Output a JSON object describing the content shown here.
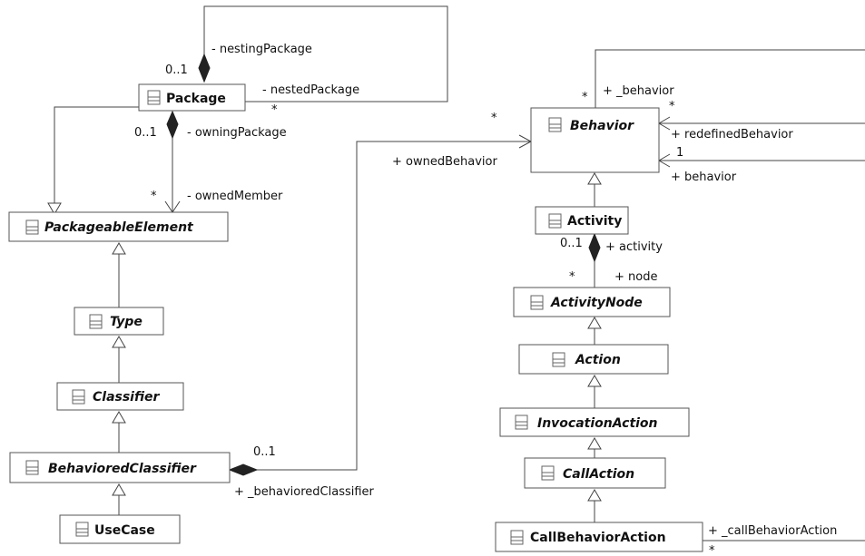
{
  "classes": {
    "package": "Package",
    "packageable_element": "PackageableElement",
    "type": "Type",
    "classifier": "Classifier",
    "behaviored_classifier": "BehavioredClassifier",
    "use_case": "UseCase",
    "behavior": "Behavior",
    "activity": "Activity",
    "activity_node": "ActivityNode",
    "action": "Action",
    "invocation_action": "InvocationAction",
    "call_action": "CallAction",
    "call_behavior_action": "CallBehaviorAction"
  },
  "labels": {
    "nesting_package": "- nestingPackage",
    "nesting_mult": "0..1",
    "nested_package": "- nestedPackage",
    "nested_mult": "*",
    "owning_package": "- owningPackage",
    "owning_mult": "0..1",
    "owned_member": "- ownedMember",
    "owned_member_mult": "*",
    "behaviored_classifier_mult": "0..1",
    "behaviored_classifier_role": "+ _behavioredClassifier",
    "owned_behavior": "+ ownedBehavior",
    "owned_behavior_mult": "*",
    "behavior_self": "+ _behavior",
    "behavior_self_mult": "*",
    "redefined_mult": "*",
    "redefined_behavior": "+ redefinedBehavior",
    "behavior_one": "1",
    "behavior_role": "+ behavior",
    "activity_mult": "0..1",
    "activity_role": "+ activity",
    "node_mult": "*",
    "node_role": "+ node",
    "call_behavior_role": "+ _callBehaviorAction",
    "call_behavior_mult": "*"
  },
  "icons": {
    "class": "class-icon"
  },
  "colors": {
    "border": "#555555",
    "line": "#444444",
    "diamond": "#222222",
    "background": "#ffffff"
  }
}
